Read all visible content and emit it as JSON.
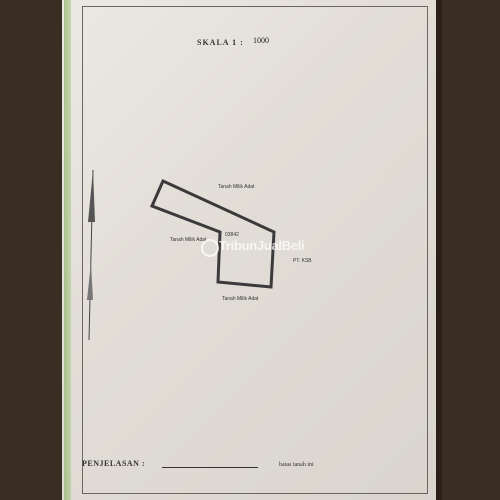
{
  "header": {
    "scale_label": "SKALA 1 :",
    "scale_value": "1000"
  },
  "map": {
    "parcel_id": "03842",
    "north_label": "Tanah Milik Adat",
    "west_label": "Tanah Milik Adat",
    "south_label": "Tanah Milik Adat",
    "east_label": "PT. KSB"
  },
  "footer": {
    "explanation_label": "PENJELASAN  :",
    "legend_text": "batas tanah ini"
  },
  "watermark": {
    "text": "TribunJualBeli"
  }
}
